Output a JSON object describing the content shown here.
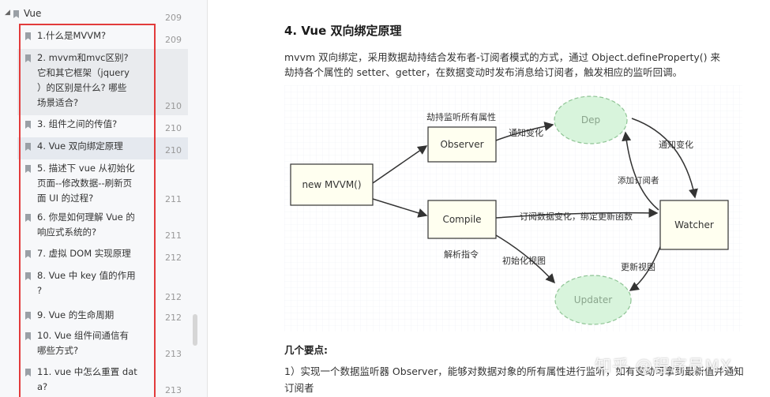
{
  "sidebar": {
    "root": {
      "label": "Vue",
      "page": "209"
    },
    "items": [
      {
        "label": "1.什么是MVVM?",
        "page": "209"
      },
      {
        "label": "2. mvvm和mvc区别?\n它和其它框架（jquery\n）的区别是什么? 哪些\n场景适合?",
        "page": "210"
      },
      {
        "label": "3. 组件之间的传值?",
        "page": "210"
      },
      {
        "label": "4. Vue 双向绑定原理",
        "page": "210"
      },
      {
        "label": "5. 描述下 vue 从初始化\n页面--修改数据--刷新页\n面 UI 的过程?",
        "page": "211"
      },
      {
        "label": "6. 你是如何理解 Vue 的\n响应式系统的?",
        "page": "211"
      },
      {
        "label": "7. 虚拟 DOM 实现原理",
        "page": "212"
      },
      {
        "label": "8. Vue 中 key 值的作用\n?",
        "page": "212"
      },
      {
        "label": "9. Vue 的生命周期",
        "page": "212"
      },
      {
        "label": "10. Vue 组件间通信有\n哪些方式?",
        "page": "213"
      },
      {
        "label": "11. vue 中怎么重置 dat\na?",
        "page": "213"
      }
    ]
  },
  "main": {
    "title": "4. Vue 双向绑定原理",
    "intro": "mvvm 双向绑定，采用数据劫持结合发布者-订阅者模式的方式，通过 Object.defineProperty() 来劫持各个属性的 setter、getter，在数据变动时发布消息给订阅者，触发相应的监听回调。",
    "diagram": {
      "nodes": {
        "new_mvvm": "new MVVM()",
        "observer": "Observer",
        "compile": "Compile",
        "dep": "Dep",
        "watcher": "Watcher",
        "updater": "Updater"
      },
      "labels": {
        "hijack": "劫持监听所有属性",
        "notify_change_1": "通知变化",
        "notify_change_2": "通知变化",
        "add_subscriber": "添加订阅者",
        "subscribe": "订阅数据变化，绑定更新函数",
        "parse": "解析指令",
        "init_view": "初始化视图",
        "update_view": "更新视图"
      }
    },
    "points_heading": "几个要点:",
    "point_1": "1）实现一个数据监听器 Observer，能够对数据对象的所有属性进行监听，如有变动可拿到最新值并通知订阅者",
    "watermark": "知乎 @程序员MX"
  },
  "colors": {
    "highlight_frame": "#e23b3b",
    "active_row": "#e5e9ef",
    "box_fill": "#fffff0",
    "cloud_fill": "#d8f4dc",
    "cloud_stroke": "#8fc495"
  }
}
